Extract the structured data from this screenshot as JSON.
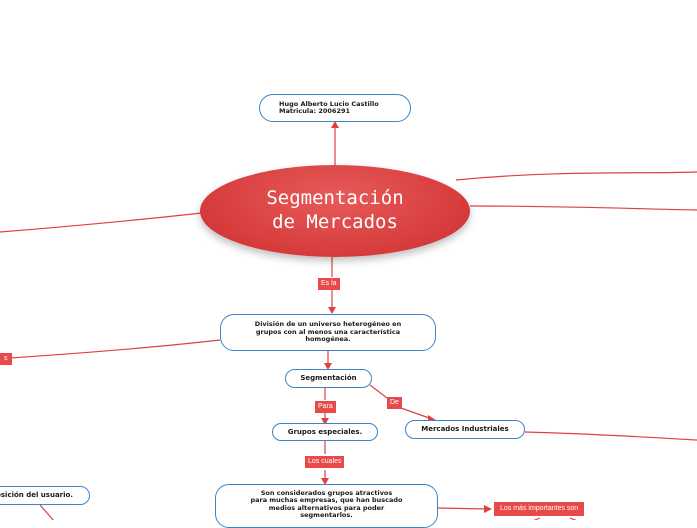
{
  "central_topic": "Segmentación\nde Mercados",
  "nodes": {
    "author": "Hugo Alberto Lucio Castillo\nMatricula: 2006291",
    "definition": "División de un universo heterogéneo en\ngrupos con al menos una característica\nhomogénea.",
    "segmentation": "Segmentación",
    "special_groups": "Grupos especiales.",
    "industrial_markets": "Mercados Industriales",
    "groups_description": "Son considerados grupos atractivos\npara muchas empresas, que han buscado\nmedios alternativos para poder\nsegmentarlos.",
    "user_position": "osición del usuario."
  },
  "labels": {
    "es_la": "Es la",
    "para": "Para",
    "de": "De",
    "los_cuales": "Los cuales",
    "mas_importantes": "Los más importantes son",
    "left_edge": "s"
  },
  "colors": {
    "connector": "#e04040",
    "node_border": "#3a86c8",
    "central_fill": "#d63b3b",
    "label_fill": "#e84a4a"
  }
}
